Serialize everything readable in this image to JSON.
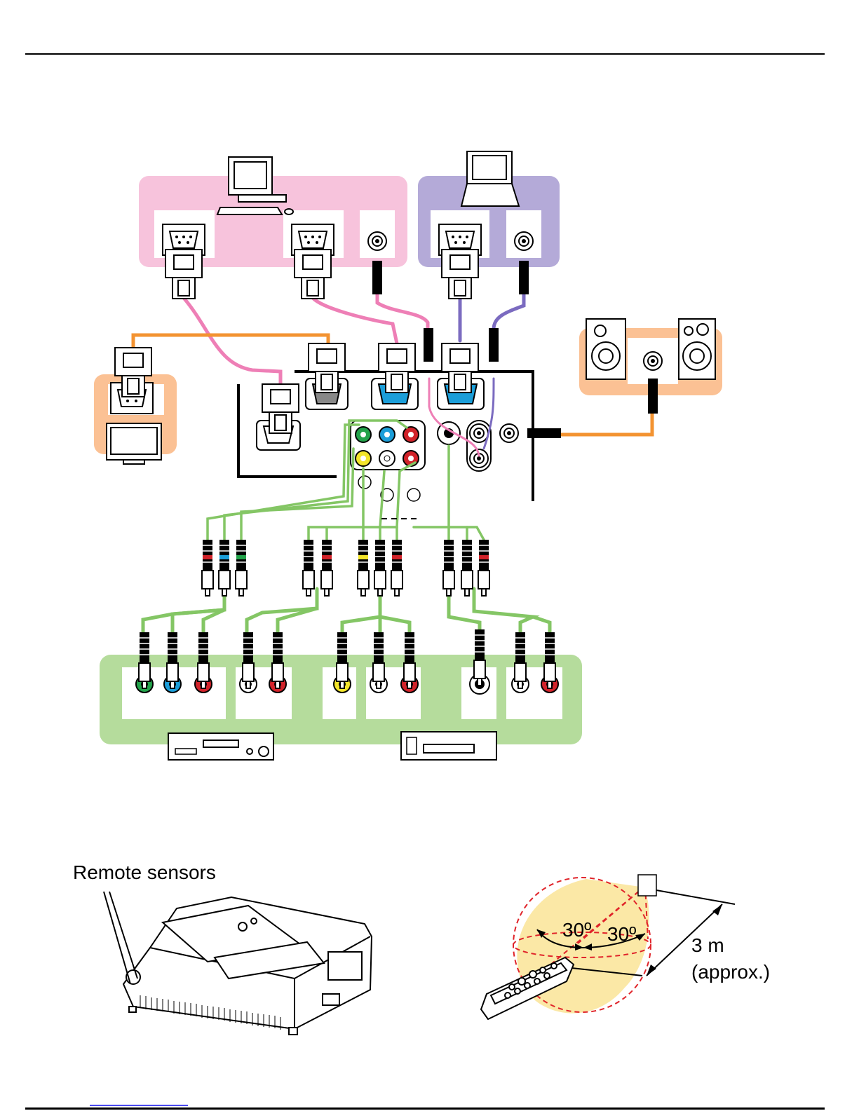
{
  "labels": {
    "remote_sensors": "Remote sensors",
    "angle_left": "30º",
    "angle_right": "30º",
    "distance": "3 m",
    "distance_note": "(approx.)"
  },
  "colors": {
    "pc_group": "#f7c3dc",
    "laptop_group": "#b4aad8",
    "speaker_group": "#fbc194",
    "monitor_group": "#fbc194",
    "av_group": "#b5dc9c",
    "cable_pink": "#ee7fb6",
    "cable_purple": "#7b6bc0",
    "cable_orange": "#f39331",
    "cable_green": "#84c665",
    "port_blue": "#1b9ed9",
    "jack_red": "#d2232a",
    "jack_blue": "#1b9ed9",
    "jack_green": "#23a34b",
    "jack_yellow": "#f3e52a",
    "range_fill": "#fbe8a6",
    "range_line": "#e0242a"
  },
  "icons": [
    "desktop-computer-icon",
    "laptop-icon",
    "speaker-icon",
    "monitor-icon",
    "dvd-player-icon",
    "vcr-icon",
    "projector-icon",
    "remote-control-icon"
  ]
}
